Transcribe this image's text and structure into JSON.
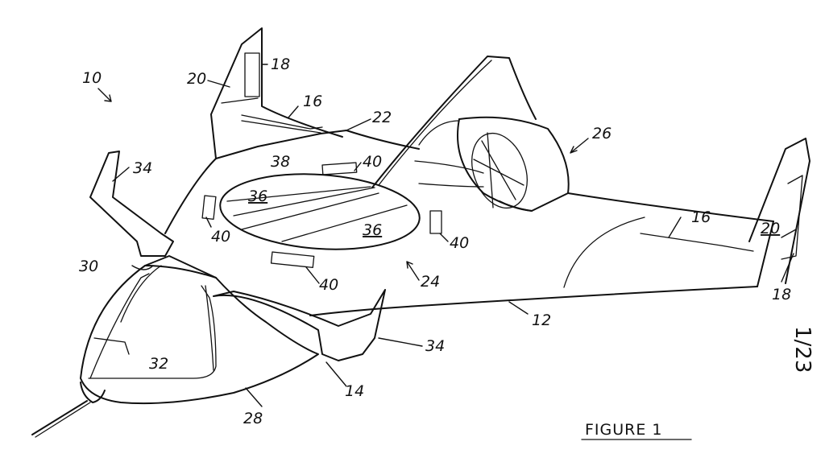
{
  "figure": {
    "caption": "FIGURE 1",
    "sheet_number": "1/23"
  },
  "reference_labels": {
    "aircraft": "10",
    "fuselage": "12",
    "wing_left": "14",
    "elevon_16a": "16",
    "elevon_16b": "16",
    "rudder_18a": "18",
    "rudder_18b": "18",
    "fin_20a": "20",
    "fin_20b": "20",
    "leading_edge": "22",
    "rotor_area": "24",
    "fan_duct": "26",
    "nose": "28",
    "canopy_frame": "30",
    "canopy": "32",
    "canard_a": "34",
    "canard_b": "34",
    "rotor_blade_a": "36",
    "rotor_blade_b": "36",
    "upper_surface": "38",
    "vent_a": "40",
    "vent_b": "40",
    "vent_c": "40",
    "vent_d": "40"
  }
}
